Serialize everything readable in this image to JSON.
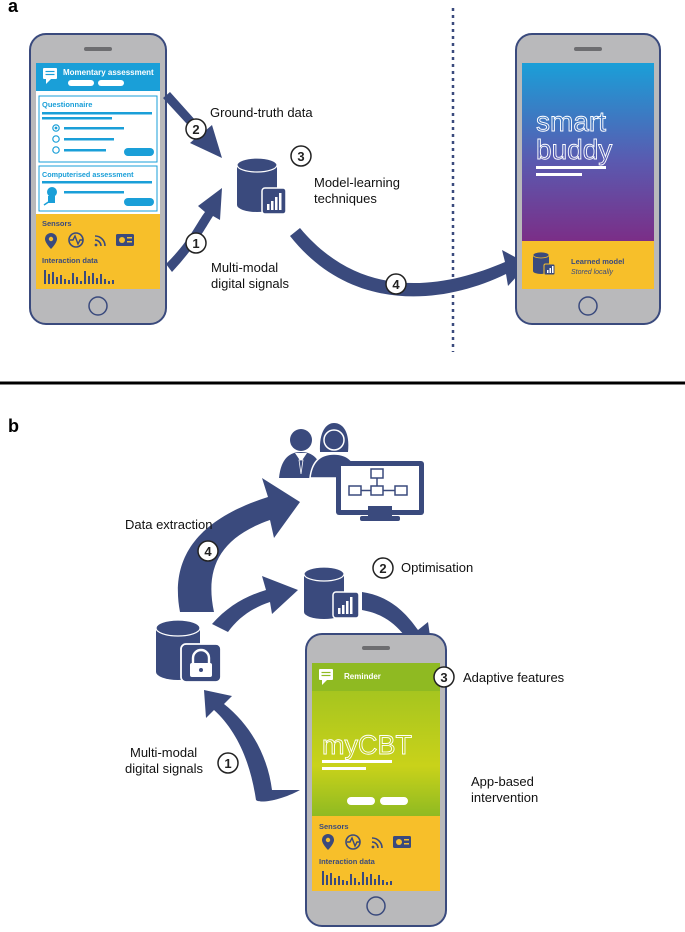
{
  "panel_a": {
    "letter": "a",
    "phone_left": {
      "momentary_title": "Momentary assessment",
      "questionnaire": "Questionnaire",
      "computerised": "Computerised assessment",
      "sensors": "Sensors",
      "interaction": "Interaction data"
    },
    "labels": {
      "ground_truth": "Ground-truth data",
      "model_learning_1": "Model-learning",
      "model_learning_2": "techniques",
      "multimodal_1": "Multi-modal",
      "multimodal_2": "digital signals"
    },
    "steps": [
      "1",
      "2",
      "3",
      "4"
    ],
    "phone_right": {
      "brand_line1": "smart",
      "brand_line2": "buddy",
      "learned_model": "Learned model",
      "stored_locally": "Stored locally"
    }
  },
  "panel_b": {
    "letter": "b",
    "labels": {
      "data_extraction": "Data extraction",
      "optimisation": "Optimisation",
      "adaptive": "Adaptive features",
      "multimodal_1": "Multi-modal",
      "multimodal_2": "digital signals",
      "app_based_1": "App-based",
      "app_based_2": "intervention"
    },
    "steps": [
      "1",
      "2",
      "3",
      "4"
    ],
    "phone": {
      "reminder": "Reminder",
      "brand": "myCBT",
      "sensors": "Sensors",
      "interaction": "Interaction data"
    }
  },
  "colors": {
    "navy": "#3a4a7d",
    "blue": "#1a9fd8",
    "yellow": "#f7bf2a",
    "green": "#8fba22",
    "purple": "#7b2e87",
    "phone_gray": "#b9b9bb"
  }
}
